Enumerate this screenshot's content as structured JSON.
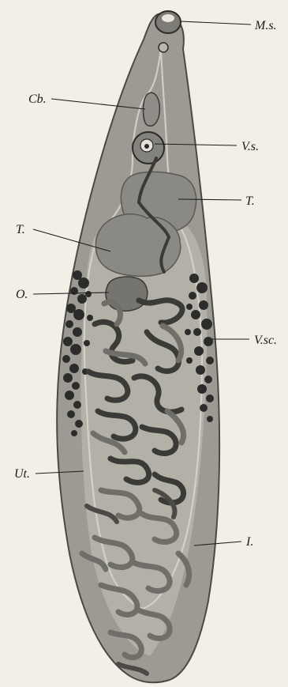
{
  "labels": {
    "ms": "M.s.",
    "cb": "Cb.",
    "vs": "V.s.",
    "t_right": "T.",
    "t_left": "T.",
    "o": "O.",
    "vsc": "V.sc.",
    "ut": "Ut.",
    "i": "I."
  },
  "colors": {
    "background": "#f1efe6",
    "body": "#9c9a92",
    "body_outline": "#4a4a45",
    "inner_field": "#c4c2b8",
    "testis": "#8b8983",
    "vitellaria": "#2c2c2a",
    "uterus_dark": "#3a3a37",
    "uterus_light": "#6f6e69",
    "ink": "#1c1c1c"
  }
}
